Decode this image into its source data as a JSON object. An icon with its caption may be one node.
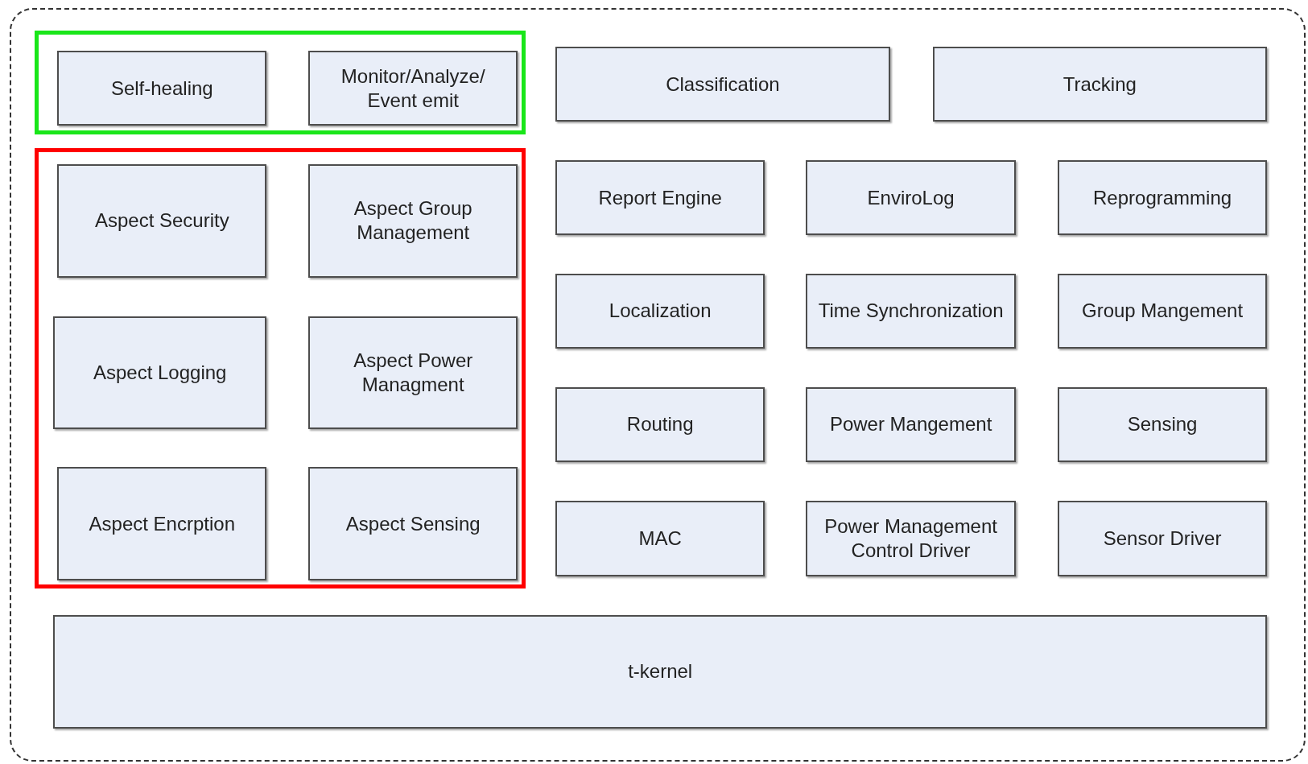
{
  "diagram": {
    "nodes": [
      {
        "text": [],
        "shape": "box"
      },
      {
        "text": [],
        "shape": "box",
        "in": 0
      },
      {
        "text": [
          "Self-healing"
        ],
        "in": 1
      },
      {
        "text": [
          "Monitor/Analyze/ Event emit"
        ],
        "in": 1
      },
      {
        "text": [
          "Classification"
        ],
        "in": 0
      },
      {
        "text": [
          "Tracking"
        ],
        "in": 0
      },
      {
        "text": [],
        "shape": "box",
        "in": 0
      },
      {
        "text": [
          "Aspect Security"
        ],
        "in": 6
      },
      {
        "text": [
          "Aspect Group Management"
        ],
        "in": 6
      },
      {
        "text": [
          "Report Engine"
        ],
        "in": 0
      },
      {
        "text": [
          "EnviroLog"
        ],
        "in": 0
      },
      {
        "text": [
          "Reprogramming"
        ],
        "in": 0
      },
      {
        "text": [
          "Localization"
        ],
        "in": 0
      },
      {
        "text": [
          "Time Synchronization"
        ],
        "in": 0
      },
      {
        "text": [
          "Group Mangement"
        ],
        "in": 0
      },
      {
        "text": [
          "Aspect Logging"
        ],
        "in": 6
      },
      {
        "text": [
          "Aspect Power Managment"
        ],
        "in": 6
      },
      {
        "text": [
          "Routing"
        ],
        "in": 0
      },
      {
        "text": [
          "Power Mangement"
        ],
        "in": 0
      },
      {
        "text": [
          "Sensing"
        ],
        "in": 0
      },
      {
        "text": [
          "MAC"
        ],
        "in": 0
      },
      {
        "text": [
          "Power Management Control Driver"
        ],
        "in": 0
      },
      {
        "text": [
          "Sensor Driver"
        ],
        "in": 0
      },
      {
        "text": [
          "Aspect Encrption"
        ],
        "in": 6
      },
      {
        "text": [
          "Aspect Sensing"
        ],
        "in": 6
      },
      {
        "text": [
          "t-kernel"
        ],
        "in": 0
      }
    ]
  }
}
